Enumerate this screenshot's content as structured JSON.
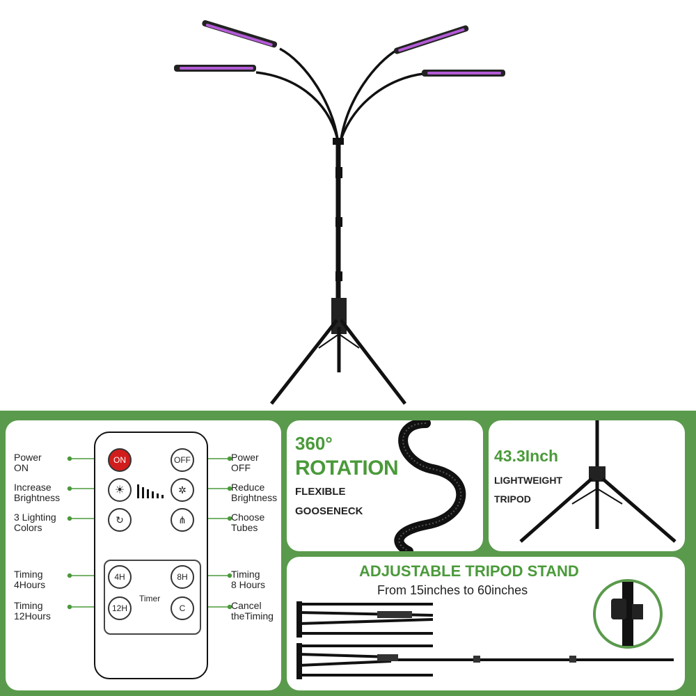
{
  "remote": {
    "left_labels": [
      "Power\nON",
      "Increase\nBrightness",
      "3 Lighting\nColors",
      "Timing\n4Hours",
      "Timing\n12Hours"
    ],
    "right_labels": [
      "Power\nOFF",
      "Reduce\nBrightness",
      "Choose\nTubes",
      "Timing\n8 Hours",
      "Cancel\ntheTiming"
    ],
    "buttons": {
      "on": "ON",
      "off": "OFF",
      "t4": "4H",
      "t8": "8H",
      "t12": "12H",
      "cancel": "C"
    },
    "timer_label": "Timer"
  },
  "rotation": {
    "title_line1": "360°",
    "title_line2": "ROTATION",
    "sub_line1": "FLEXIBLE",
    "sub_line2": "GOOSENECK"
  },
  "tripod": {
    "height": "43.3Inch",
    "sub_line1": "LIGHTWEIGHT",
    "sub_line2": "TRIPOD"
  },
  "adjustable": {
    "title": "ADJUSTABLE TRIPOD STAND",
    "subtitle": "From 15inches to 60inches"
  },
  "colors": {
    "green": "#5a9a4c",
    "title_green": "#4a9a3a",
    "on_red": "#d21d1d",
    "led_purple": "#b35ad6"
  },
  "icons": [
    "brightness-up-icon",
    "brightness-down-icon",
    "color-cycle-icon",
    "tubes-icon",
    "signal-bars-icon"
  ]
}
